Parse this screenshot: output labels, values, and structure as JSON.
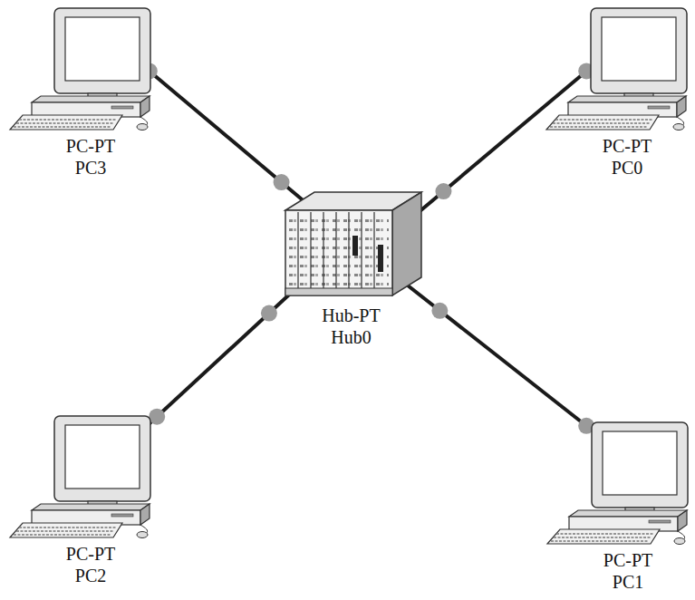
{
  "diagram": {
    "nodes": [
      {
        "text": [
          "PC-PT",
          "PC3"
        ]
      },
      {
        "text": [
          "PC-PT",
          "PC0"
        ]
      },
      {
        "text": [
          "Hub-PT",
          "Hub0"
        ]
      },
      {
        "text": [
          "PC-PT",
          "PC2"
        ]
      },
      {
        "text": [
          "PC-PT",
          "PC1"
        ]
      }
    ],
    "edges": [
      {
        "from": 2,
        "to": 0,
        "arrow": "none"
      },
      {
        "from": 2,
        "to": 1,
        "arrow": "none"
      },
      {
        "from": 2,
        "to": 3,
        "arrow": "none"
      },
      {
        "from": 2,
        "to": 4,
        "arrow": "none"
      }
    ]
  }
}
